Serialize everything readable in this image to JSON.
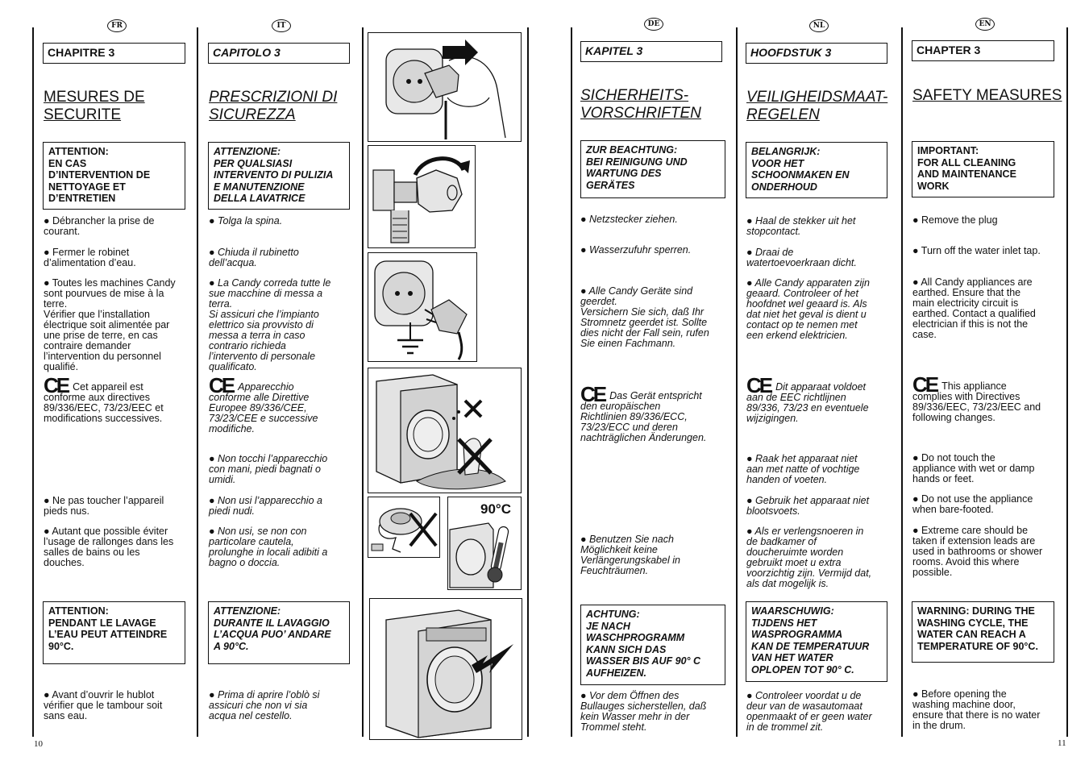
{
  "page_numbers": {
    "left": "10",
    "right": "11"
  },
  "ce_mark": "CE",
  "illustration_label_90": "90°C",
  "columns": {
    "fr": {
      "flag": "FR",
      "chapter": "CHAPITRE 3",
      "title": "MESURES DE\nSECURITE",
      "box1": "ATTENTION:\nEN CAS\nD’INTERVENTION DE\nNETTOYAGE ET\nD’ENTRETIEN",
      "p1": "● Débrancher la prise de\ncourant.",
      "p2": "● Fermer le robinet\nd’alimentation d’eau.",
      "p3": "● Toutes les machines Candy\nsont pourvues de mise à la\nterre.\nVérifier que l’installation\nélectrique soit alimentée par\nune prise de terre, en cas\ncontraire demander\nl’intervention du personnel\nqualifié.",
      "p4": "Cet appareil est\nconforme aux directives\n89/336/EEC, 73/23/EEC et\nmodifications successives.",
      "p5": "● Ne pas toucher l’appareil\npieds nus.",
      "p6": "● Autant que possible éviter\nl’usage de rallonges dans les\nsalles de bains ou les\ndouches.",
      "box2": "ATTENTION:\nPENDANT LE LAVAGE\nL’EAU PEUT ATTEINDRE\n90°C.",
      "p7": "● Avant d’ouvrir le hublot\nvérifier que le tambour soit\nsans eau."
    },
    "it": {
      "flag": "IT",
      "chapter": "CAPITOLO 3",
      "title": "PRESCRIZIONI DI\nSICUREZZA",
      "box1": "ATTENZIONE:\nPER QUALSIASI\nINTERVENTO DI PULIZIA\nE MANUTENZIONE\nDELLA LAVATRICE",
      "p1": "● Tolga la spina.",
      "p2": "● Chiuda il rubinetto\ndell’acqua.",
      "p3": "● La Candy correda tutte le\nsue macchine di messa a\nterra.\nSi assicuri che l’impianto\nelettrico sia provvisto di\nmessa a terra in caso\ncontrario richieda\nl’intervento di personale\nqualificato.",
      "p4": "Apparecchio\nconforme alle Direttive\nEuropee 89/336/CEE,\n73/23/CEE e successive\nmodifiche.",
      "p5": "● Non tocchi l’apparecchio\ncon mani, piedi bagnati o\numidi.",
      "p6": "● Non usi l’apparecchio a\npiedi nudi.",
      "p6b": "● Non usi, se non con\nparticolare cautela,\nprolunghe in locali adibiti a\nbagno o doccia.",
      "box2": "ATTENZIONE:\nDURANTE IL LAVAGGIO\nL’ACQUA PUO’ ANDARE\nA 90°C.",
      "p7": "● Prima di aprire l’oblò si\nassicuri che non vi sia\nacqua nel cestello."
    },
    "de": {
      "flag": "DE",
      "chapter": "KAPITEL 3",
      "title": "SICHERHEITS-\nVORSCHRIFTEN",
      "box1": "ZUR BEACHTUNG:\nBEI REINIGUNG UND\nWARTUNG DES\nGERÄTES",
      "p1": "● Netzstecker ziehen.",
      "p2": "● Wasserzufuhr sperren.",
      "p3": "● Alle Candy Geräte sind\ngeerdet.\nVersichern Sie sich, daß Ihr\nStromnetz geerdet ist. Sollte\ndies nicht der Fall sein, rufen\nSie einen Fachmann.",
      "p4": "Das Gerät entspricht\nden europäischen\nRichtlinien 89/336/ECC,\n73/23/ECC und deren\nnachträglichen Änderungen.",
      "p5": "● Benutzen Sie nach\nMöglichkeit keine\nVerlängerungskabel in\nFeuchträumen.",
      "box2": "ACHTUNG:\nJE NACH\nWASCHPROGRAMM\nKANN SICH DAS\nWASSER BIS AUF 90° C\nAUFHEIZEN.",
      "p7": "● Vor dem Öffnen des\nBullauges sicherstellen, daß\nkein Wasser mehr in der\nTrommel steht."
    },
    "nl": {
      "flag": "NL",
      "chapter": "HOOFDSTUK 3",
      "title": "VEILIGHEIDSMAAT-\nREGELEN",
      "box1": "BELANGRIJK:\nVOOR HET\nSCHOONMAKEN EN\nONDERHOUD",
      "p1": "● Haal de stekker uit het\nstopcontact.",
      "p2": "● Draai de\nwatertoevoerkraan dicht.",
      "p3": "● Alle Candy apparaten zijn\ngeaard. Controleer of het\nhoofdnet wel geaard is. Als\ndat niet het geval is dient u\ncontact op te nemen met\neen erkend elektricien.",
      "p4": "Dit apparaat voldoet\naan de EEC richtlijnen\n89/336, 73/23 en eventuele\nwijzigingen.",
      "p5": "● Raak het apparaat niet\naan met natte of vochtige\nhanden of voeten.",
      "p6": "● Gebruik het apparaat niet\nblootsvoets.",
      "p6b": "● Als er verlengsnoeren in\nde badkamer of\ndoucheruimte worden\ngebruikt moet u extra\nvoorzichtig zijn. Vermijd dat,\nals dat mogelijk is.",
      "box2": "WAARSCHUWIG:\nTIJDENS HET\nWASPROGRAMMA\nKAN DE TEMPERATUUR\nVAN HET WATER\nOPLOPEN TOT 90° C.",
      "p7": "● Controleer voordat u de\ndeur van de wasautomaat\nopenmaakt of er geen water\nin de trommel zit."
    },
    "en": {
      "flag": "EN",
      "chapter": "CHAPTER 3",
      "title": "SAFETY MEASURES",
      "box1": "IMPORTANT:\nFOR ALL CLEANING\nAND MAINTENANCE\nWORK",
      "p1": "● Remove the plug",
      "p2": "● Turn off the water inlet tap.",
      "p3": "●  All Candy appliances are\nearthed. Ensure that the\nmain electricity circuit is\nearthed. Contact a qualified\nelectrician if this is not the\ncase.",
      "p4": "This appliance\ncomplies with Directives\n89/336/EEC, 73/23/EEC and\nfollowing changes.",
      "p5": "● Do not touch the\nappliance with wet or damp\nhands or feet.",
      "p6": "● Do not use the appliance\nwhen bare-footed.",
      "p6b": "● Extreme care should be\ntaken if extension leads are\nused in bathrooms or shower\nrooms. Avoid this where\npossible.",
      "box2": "WARNING: DURING THE\nWASHING CYCLE, THE\nWATER CAN REACH A\nTEMPERATURE OF 90°C.",
      "p7": "● Before opening the\nwashing machine door,\nensure that there is no water\nin the drum."
    }
  }
}
